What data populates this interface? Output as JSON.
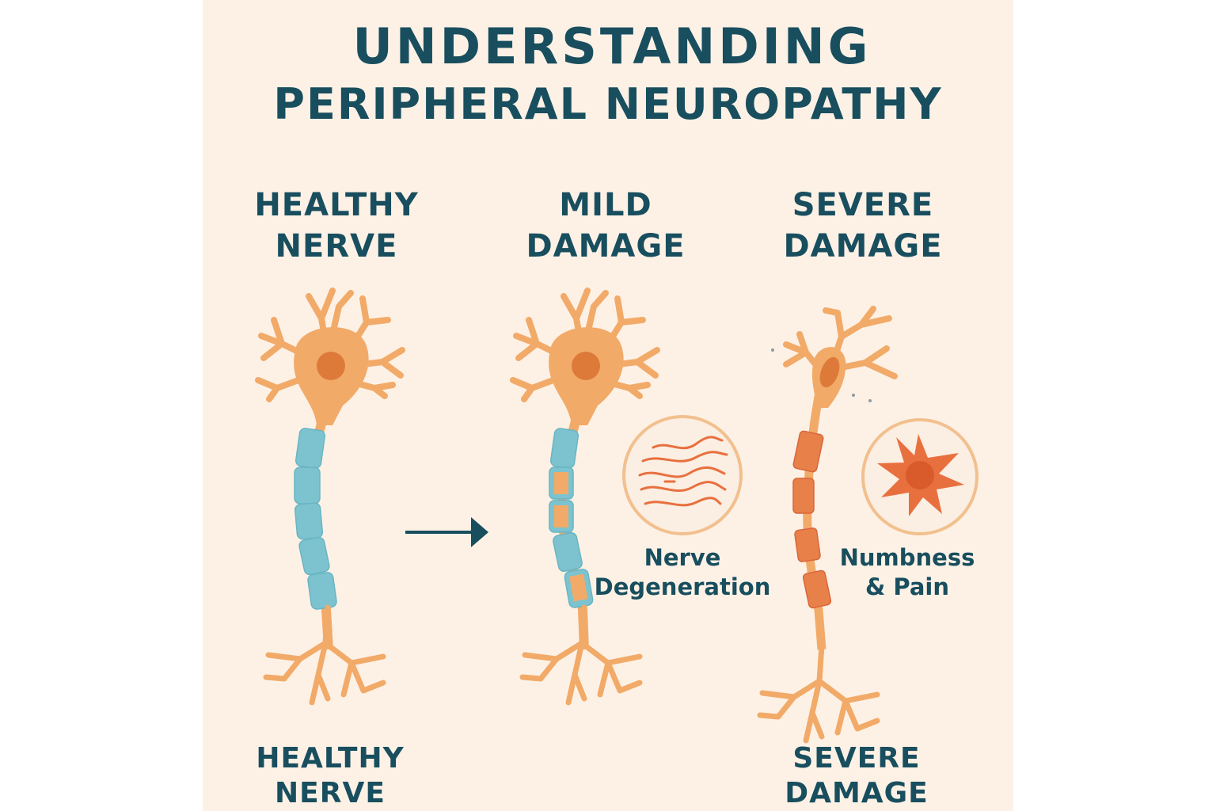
{
  "title": {
    "line1": "UNDERSTANDING",
    "line2": "PERIPHERAL NEUROPATHY"
  },
  "stages": [
    {
      "line1": "HEALTHY",
      "line2": "NERVE"
    },
    {
      "line1": "MILD",
      "line2": "DAMAGE"
    },
    {
      "line1": "SEVERE",
      "line2": "DAMAGE"
    }
  ],
  "callouts": [
    {
      "line1": "Nerve",
      "line2": "Degeneration",
      "icon": "wavy-fibers-icon"
    },
    {
      "line1": "Numbness",
      "line2": "& Pain",
      "icon": "pain-burst-icon"
    }
  ],
  "bottom_labels": [
    {
      "line1": "HEALTHY",
      "line2": "NERVE"
    },
    {
      "line1": "SEVERE",
      "line2": "DAMAGE"
    }
  ],
  "colors": {
    "text": "#184e5e",
    "background": "#fdf1e6",
    "neuron": "#f2aa68",
    "myelin": "#7cc3cf",
    "damage": "#e8703e",
    "nucleus": "#dd7a3a"
  }
}
